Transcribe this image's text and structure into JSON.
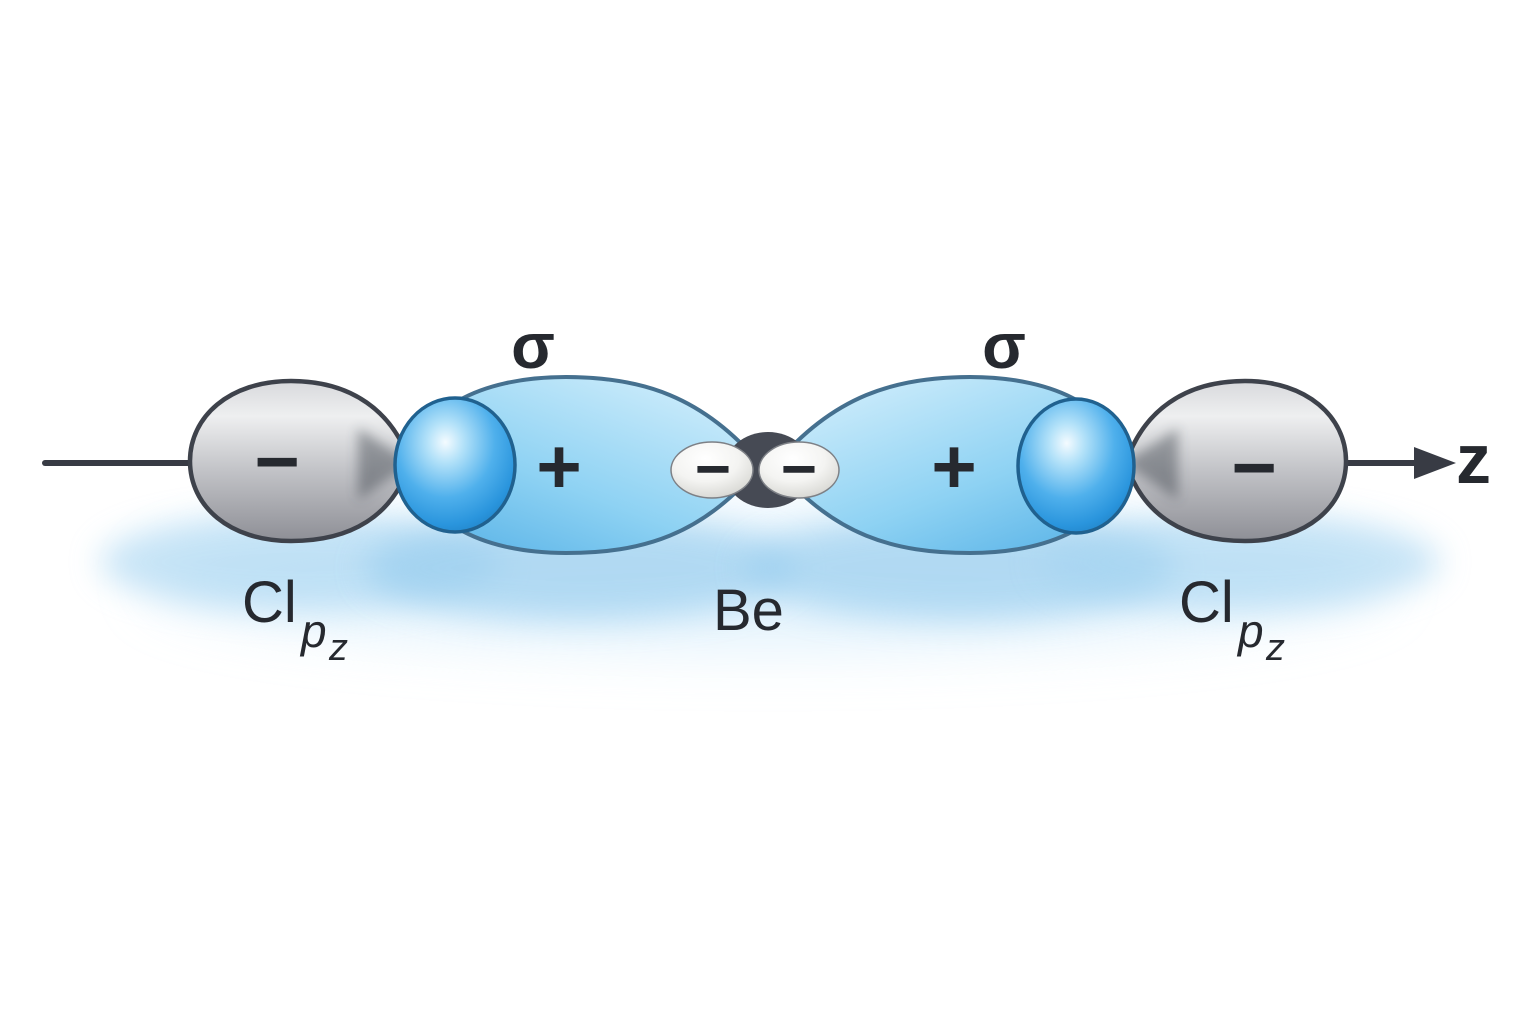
{
  "diagram": {
    "axis": {
      "label": "z"
    },
    "sigma": {
      "left": "σ",
      "right": "σ"
    },
    "signs": {
      "plus_left": "+",
      "plus_right": "+",
      "minus_cl_left": "−",
      "minus_cl_right": "−",
      "minus_be_left": "−",
      "minus_be_right": "−"
    },
    "atoms": {
      "cl_left": {
        "element": "Cl",
        "orbital": "p",
        "axis": "z"
      },
      "be": {
        "element": "Be"
      },
      "cl_right": {
        "element": "Cl",
        "orbital": "p",
        "axis": "z"
      }
    },
    "colors": {
      "background": "#ffffff",
      "lobe_blue": "#8ed2f3",
      "sphere_blue": "#2a95dd",
      "orbital_gray": "#c3c4c8",
      "outline_dark": "#3e424b",
      "glow_blue": "#9fd2f0",
      "text": "#26292f"
    }
  }
}
